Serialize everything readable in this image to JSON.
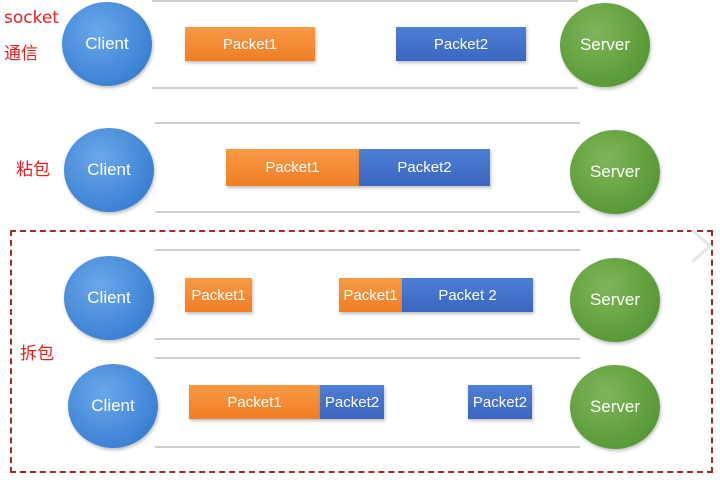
{
  "labels": {
    "socket_line1": "socket",
    "socket_line2": "通信",
    "sticky": "粘包",
    "split": "拆包"
  },
  "nodes": {
    "client": "Client",
    "server": "Server"
  },
  "packets": {
    "p1": "Packet1",
    "p2": "Packet2",
    "p2_spaced": "Packet 2"
  },
  "colors": {
    "client": "#3d82d4",
    "server": "#5a9a37",
    "packet_orange": "#f07e25",
    "packet_blue": "#3a66c0",
    "label_red": "#e02020",
    "dashed_border": "#9e2a2a"
  }
}
